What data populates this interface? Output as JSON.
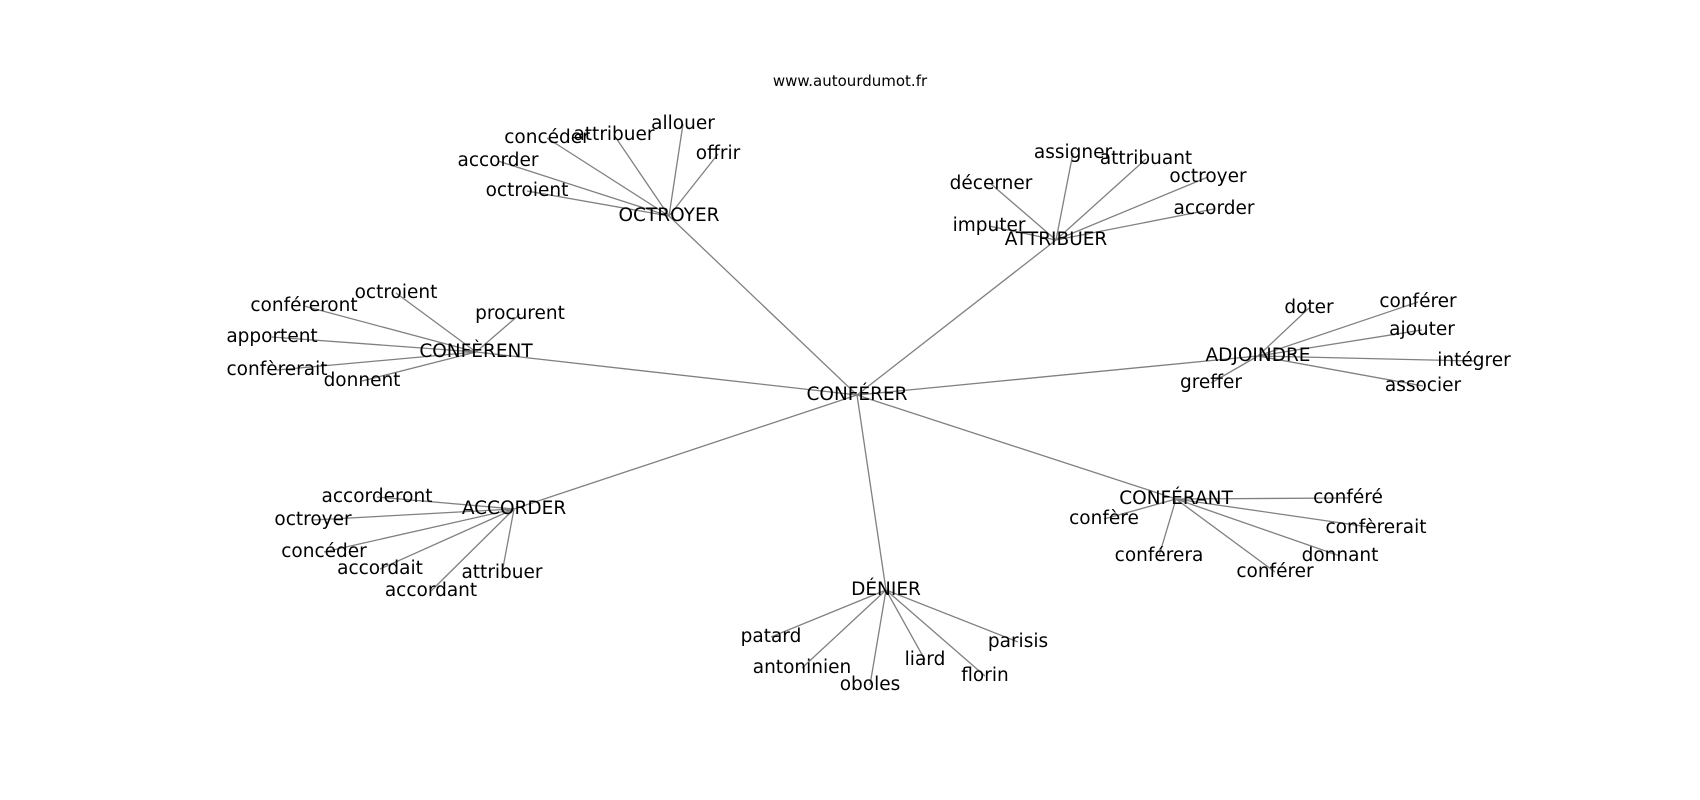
{
  "watermark": "www.autourdumot.fr",
  "graph": {
    "center": "CONFÉRER",
    "clusters": [
      {
        "hub": "OCTROYER",
        "leaves": [
          "allouer",
          "attribuer",
          "concéder",
          "offrir",
          "accorder",
          "octroient"
        ]
      },
      {
        "hub": "ATTRIBUER",
        "leaves": [
          "assigner",
          "attribuant",
          "octroyer",
          "décerner",
          "accorder",
          "imputer"
        ]
      },
      {
        "hub": "CONFÈRENT",
        "leaves": [
          "octroient",
          "conféreront",
          "procurent",
          "apportent",
          "confèrerait",
          "donnent"
        ]
      },
      {
        "hub": "ADJOINDRE",
        "leaves": [
          "doter",
          "conférer",
          "ajouter",
          "intégrer",
          "greffer",
          "associer"
        ]
      },
      {
        "hub": "ACCORDER",
        "leaves": [
          "accorderont",
          "octroyer",
          "concéder",
          "accordait",
          "attribuer",
          "accordant"
        ]
      },
      {
        "hub": "CONFÉRANT",
        "leaves": [
          "conféré",
          "confère",
          "confèrerait",
          "conférera",
          "donnant",
          "conférer"
        ]
      },
      {
        "hub": "DÉNIER",
        "leaves": [
          "patard",
          "parisis",
          "antoninien",
          "liard",
          "florin",
          "oboles"
        ]
      }
    ]
  }
}
